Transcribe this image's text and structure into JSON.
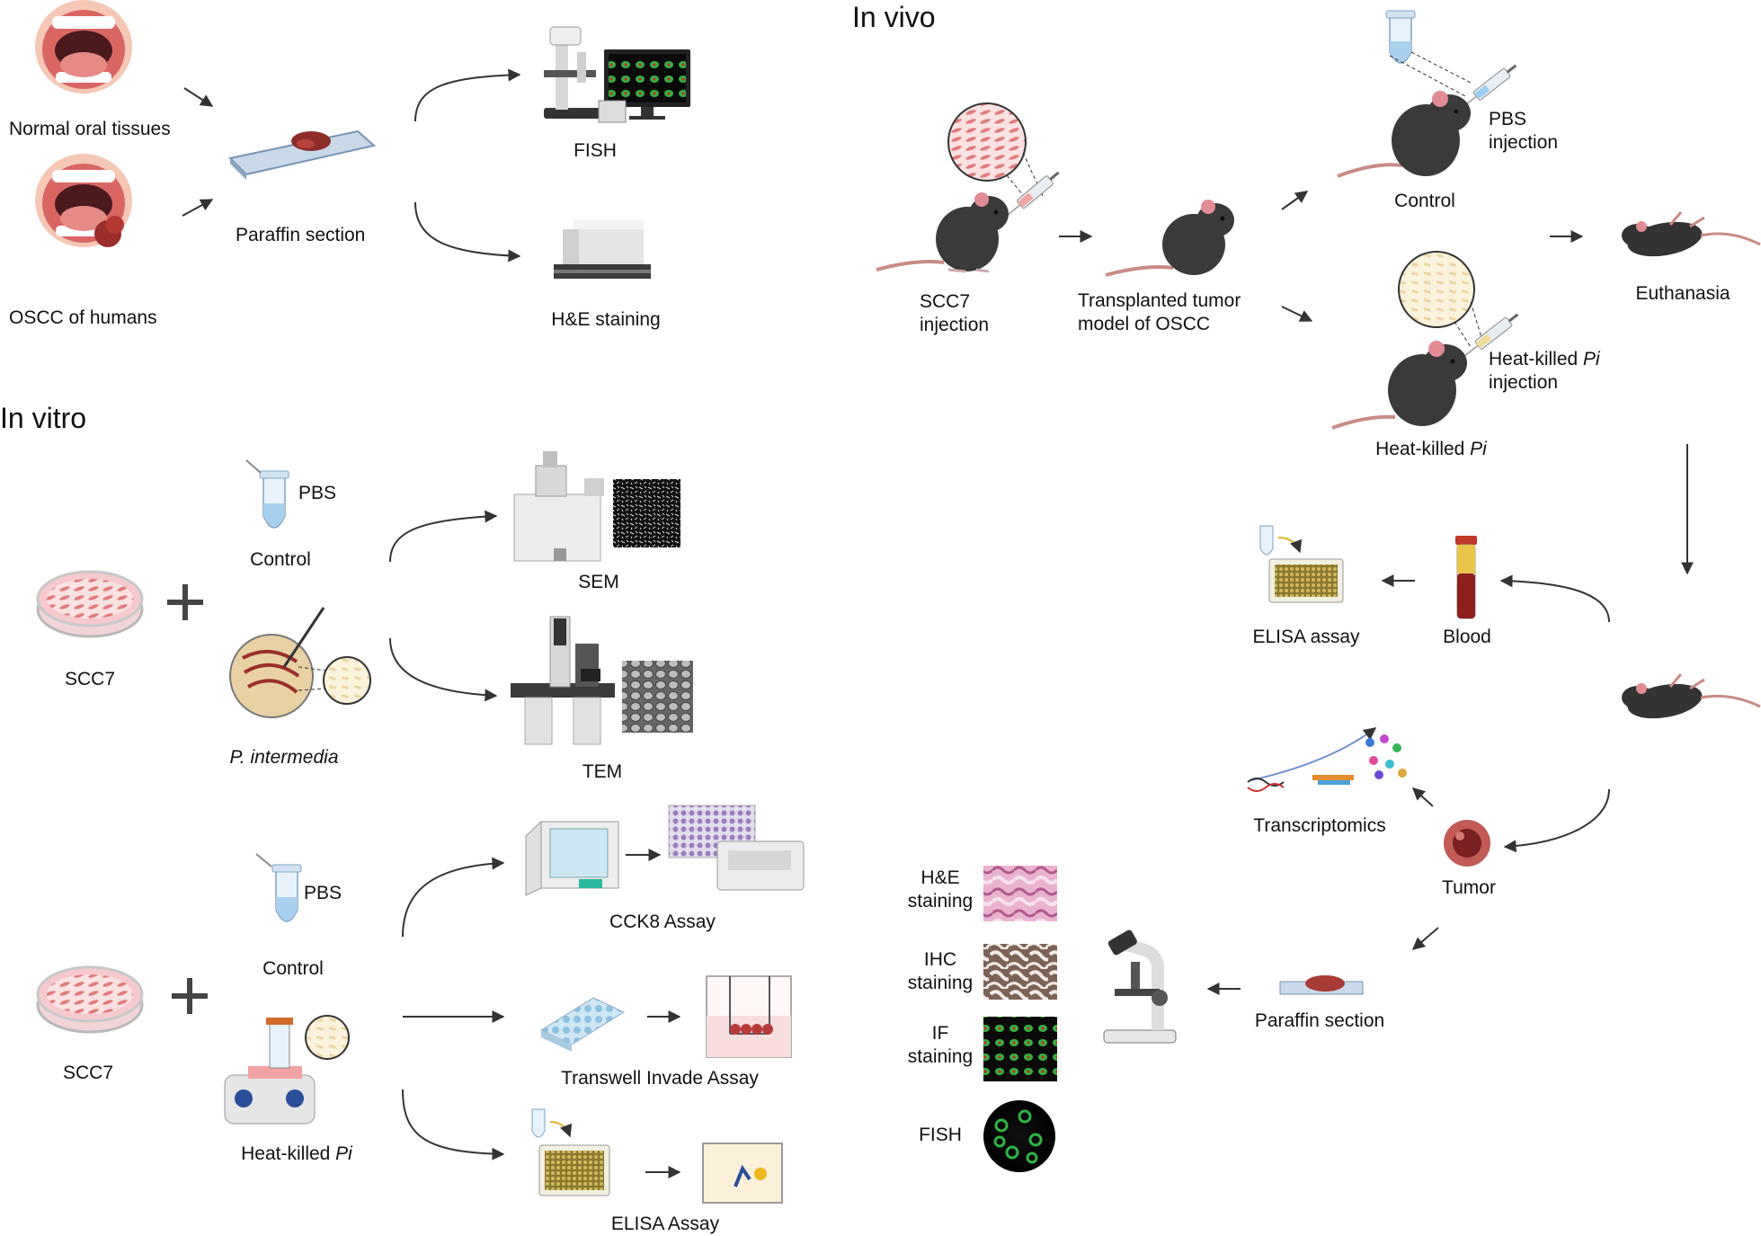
{
  "sections": {
    "in_vivo": "In vivo",
    "in_vitro": "In vitro"
  },
  "clinical": {
    "normal_oral_tissues": "Normal oral tissues",
    "oscc_of_humans": "OSCC of humans",
    "paraffin_section": "Paraffin section",
    "fish": "FISH",
    "he_staining": "H&E staining"
  },
  "vivo": {
    "scc7_injection": [
      "SCC7",
      "injection"
    ],
    "transplanted_model": [
      "Transplanted tumor",
      "model of OSCC"
    ],
    "pbs_injection": [
      "PBS",
      "injection"
    ],
    "control": "Control",
    "heat_killed_injection_prefix": "Heat-killed ",
    "heat_killed_injection_italic": "Pi",
    "injection": "injection",
    "heat_killed_group_prefix": "Heat-killed ",
    "heat_killed_group_italic": "Pi",
    "euthanasia": "Euthanasia",
    "elisa_assay": "ELISA assay",
    "blood": "Blood",
    "transcriptomics": "Transcriptomics",
    "tumor": "Tumor",
    "paraffin_section": "Paraffin section",
    "stains": [
      [
        "H&E",
        "staining"
      ],
      [
        "IHC",
        "staining"
      ],
      [
        "IF",
        "staining"
      ],
      [
        "FISH"
      ]
    ]
  },
  "vitro": {
    "pbs_1": "PBS",
    "control_1": "Control",
    "scc7_1": "SCC7",
    "p_intermedia": "P. intermedia",
    "sem": "SEM",
    "tem": "TEM",
    "pbs_2": "PBS",
    "control_2": "Control",
    "scc7_2": "SCC7",
    "heat_killed_prefix": "Heat-killed ",
    "heat_killed_italic": "Pi",
    "cck8": "CCK8 Assay",
    "transwell": "Transwell Invade Assay",
    "elisa": "ELISA Assay"
  },
  "colors": {
    "arrow": "#333333",
    "mouse": "#3a3a3a",
    "tissue_pink": "#f3a7a7",
    "tumor_red": "#a8403c",
    "fluor_green": "#34c24a",
    "elisa_gold": "#b39a3e"
  }
}
